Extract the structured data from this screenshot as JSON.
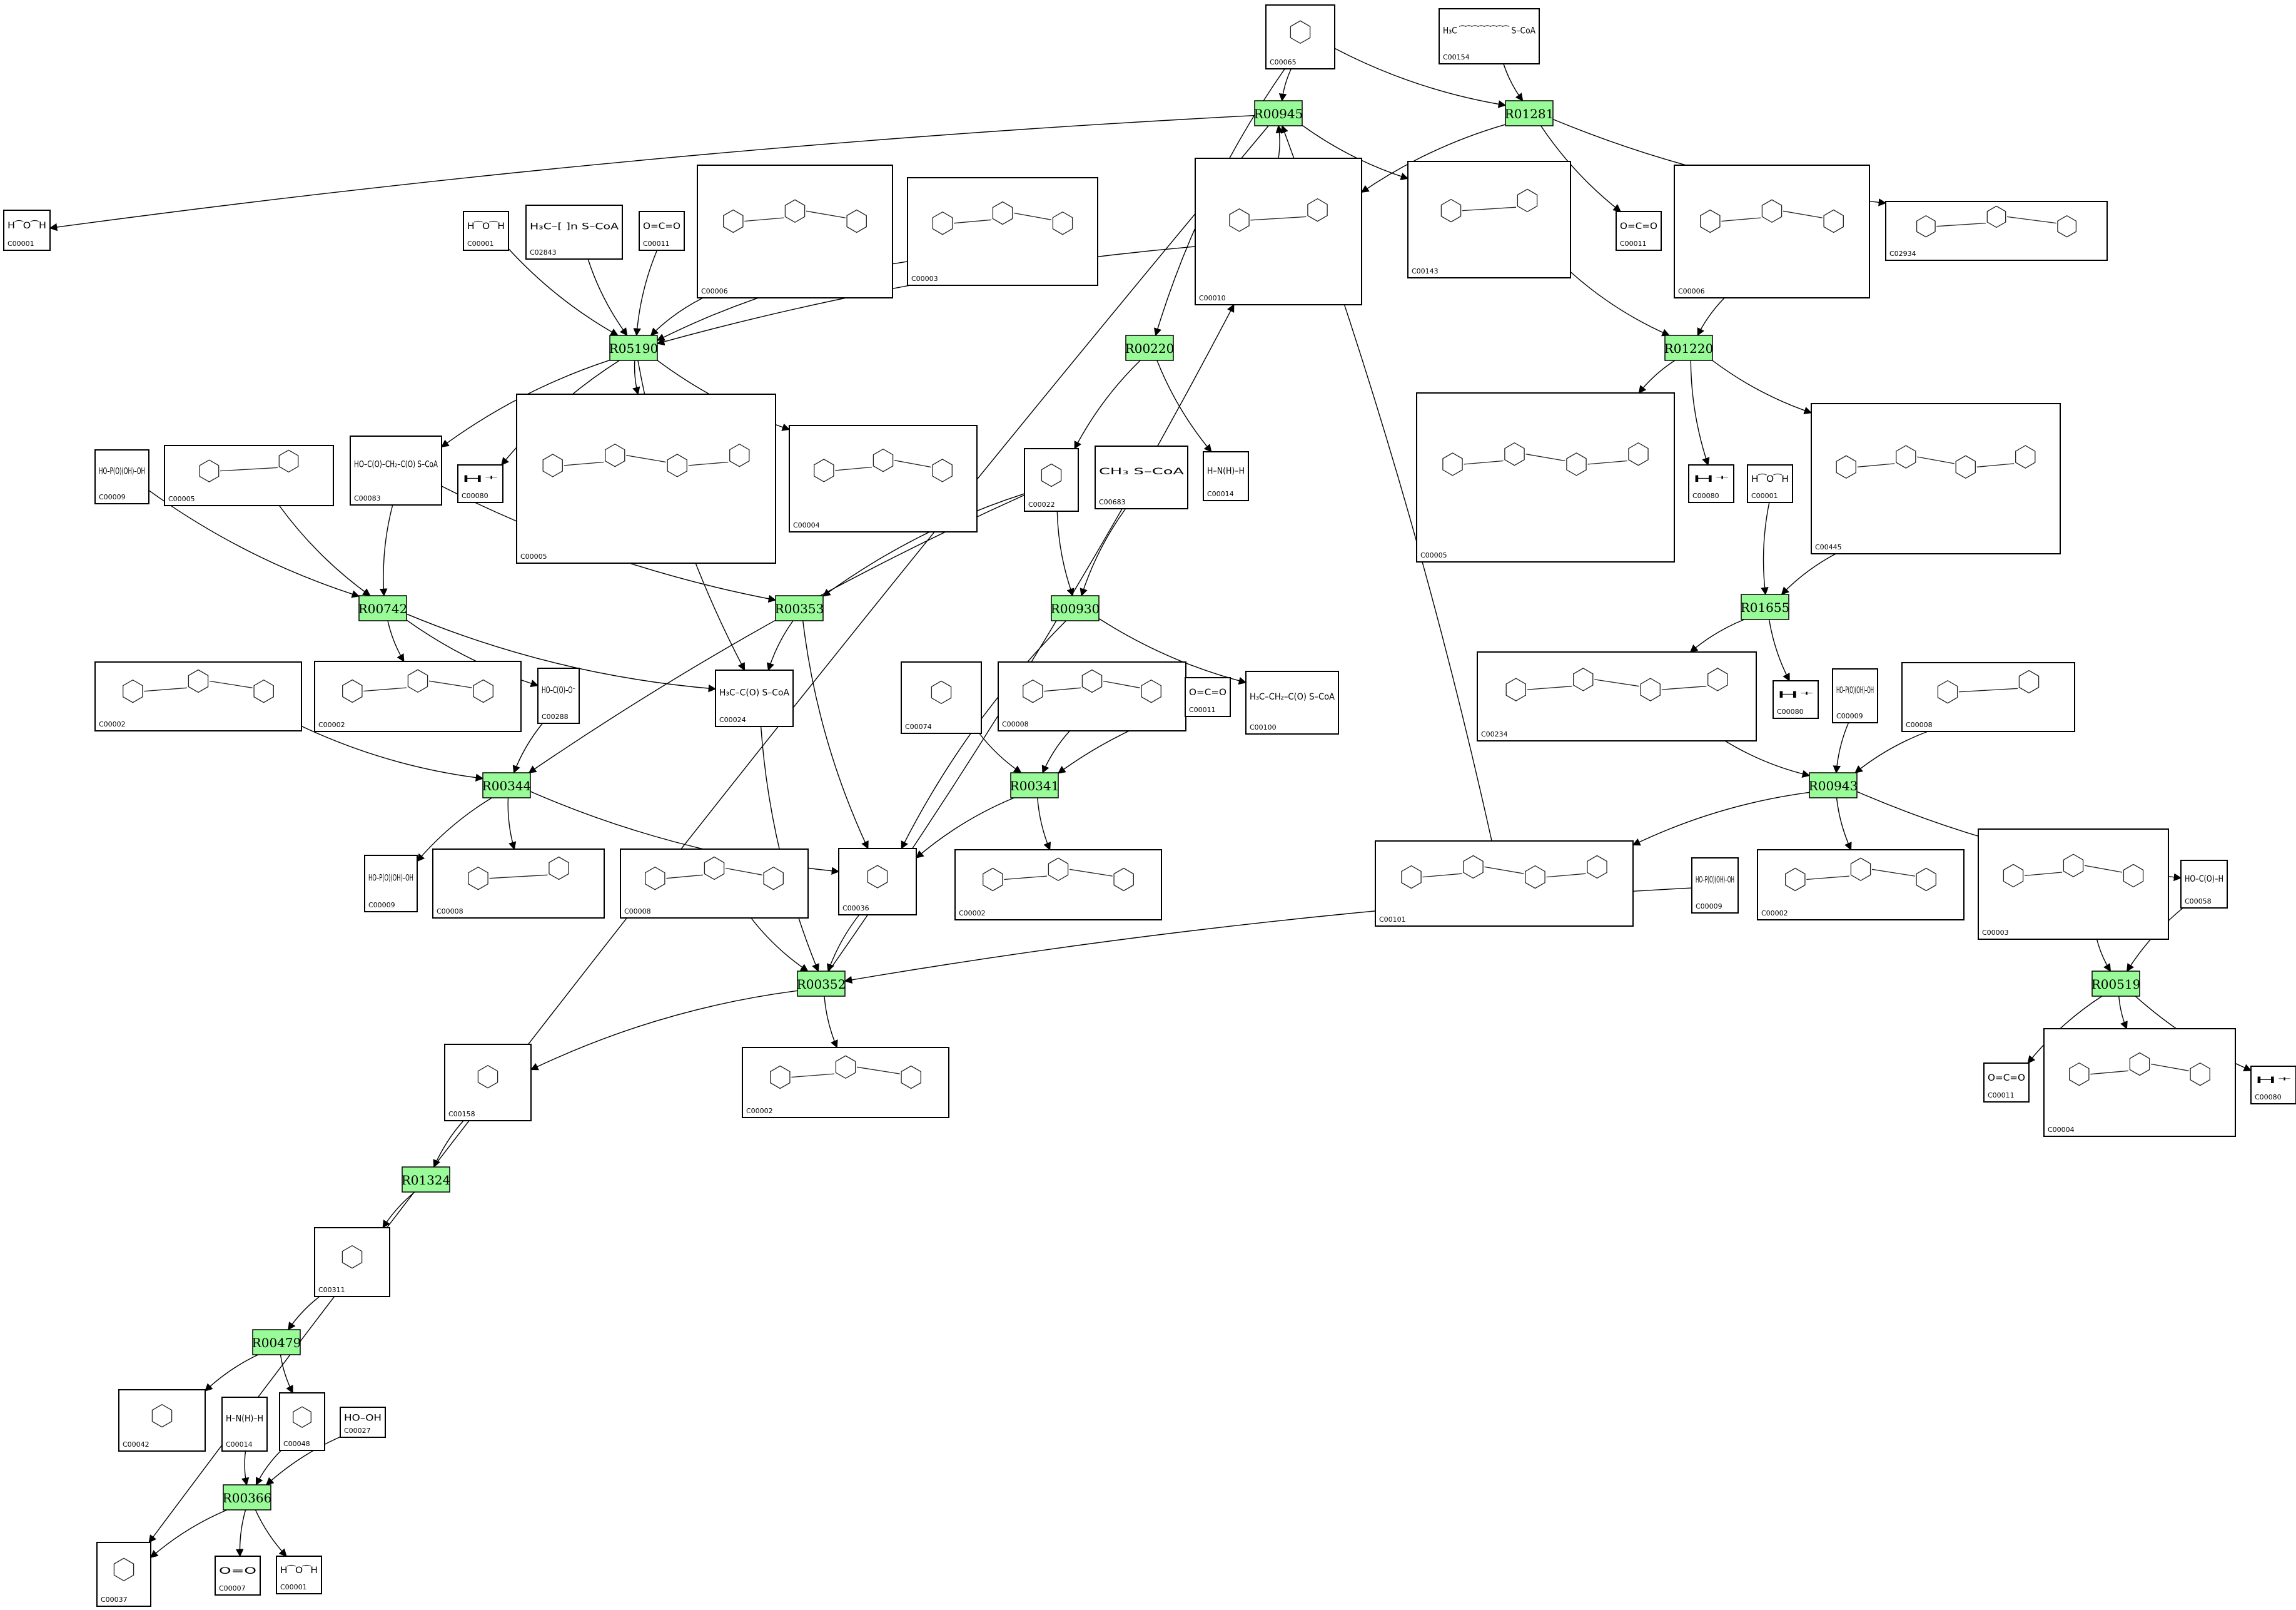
{
  "colors": {
    "reaction_fill": "#98fb98",
    "reaction_stroke": "#000000",
    "edge": "#000000"
  },
  "reactions": [
    {
      "key": "r00945",
      "label": "R00945"
    },
    {
      "key": "r01281",
      "label": "R01281"
    },
    {
      "key": "r05190",
      "label": "R05190"
    },
    {
      "key": "r00220",
      "label": "R00220"
    },
    {
      "key": "r01220",
      "label": "R01220"
    },
    {
      "key": "r00742",
      "label": "R00742"
    },
    {
      "key": "r00353",
      "label": "R00353"
    },
    {
      "key": "r00930",
      "label": "R00930"
    },
    {
      "key": "r01655",
      "label": "R01655"
    },
    {
      "key": "r00344",
      "label": "R00344"
    },
    {
      "key": "r00341",
      "label": "R00341"
    },
    {
      "key": "r00943",
      "label": "R00943"
    },
    {
      "key": "r00352",
      "label": "R00352"
    },
    {
      "key": "r00519",
      "label": "R00519"
    },
    {
      "key": "r01324",
      "label": "R01324"
    },
    {
      "key": "r00479",
      "label": "R00479"
    },
    {
      "key": "r00366",
      "label": "R00366"
    }
  ],
  "compounds": [
    {
      "key": "c00065",
      "id": "C00065"
    },
    {
      "key": "c00154",
      "id": "C00154",
      "formula": "H₃C ⁀⁀⁀⁀⁀⁀⁀⁀ S–CoA"
    },
    {
      "key": "c00001a",
      "id": "C00001",
      "formula": "H⁀O⁀H"
    },
    {
      "key": "c00001b",
      "id": "C00001",
      "formula": "H⁀O⁀H"
    },
    {
      "key": "c02843",
      "id": "C02843",
      "formula": "H₃C–[ ]n S–CoA"
    },
    {
      "key": "c00011a",
      "id": "C00011",
      "formula": "O=C=O"
    },
    {
      "key": "c00006a",
      "id": "C00006"
    },
    {
      "key": "c00003a",
      "id": "C00003"
    },
    {
      "key": "c00010",
      "id": "C00010"
    },
    {
      "key": "c00143",
      "id": "C00143"
    },
    {
      "key": "c00011b",
      "id": "C00011",
      "formula": "O=C=O"
    },
    {
      "key": "c00006b",
      "id": "C00006"
    },
    {
      "key": "c02934",
      "id": "C02934"
    },
    {
      "key": "c00009a",
      "id": "C00009",
      "formula": "HO–P(O)(OH)–OH"
    },
    {
      "key": "c00005a",
      "id": "C00005"
    },
    {
      "key": "c00083",
      "id": "C00083",
      "formula": "HO–C(O)–CH₂–C(O) S–CoA"
    },
    {
      "key": "c00080a",
      "id": "C00080",
      "formula": "H⁺"
    },
    {
      "key": "c00005b",
      "id": "C00005"
    },
    {
      "key": "c00004a",
      "id": "C00004"
    },
    {
      "key": "c00022",
      "id": "C00022"
    },
    {
      "key": "c00683",
      "id": "C00683",
      "formula": "CH₃ S–CoA"
    },
    {
      "key": "c00014a",
      "id": "C00014",
      "formula": "H–N(H)–H"
    },
    {
      "key": "c00005c",
      "id": "C00005"
    },
    {
      "key": "c00080b",
      "id": "C00080",
      "formula": "H⁺"
    },
    {
      "key": "c00001c",
      "id": "C00001",
      "formula": "H⁀O⁀H"
    },
    {
      "key": "c00445",
      "id": "C00445"
    },
    {
      "key": "c00002a",
      "id": "C00002"
    },
    {
      "key": "c00002b",
      "id": "C00002"
    },
    {
      "key": "c00288",
      "id": "C00288",
      "formula": "HO–C(O)–O⁻"
    },
    {
      "key": "c00024",
      "id": "C00024",
      "formula": "H₃C–C(O) S–CoA"
    },
    {
      "key": "c00074",
      "id": "C00074"
    },
    {
      "key": "c00008a",
      "id": "C00008"
    },
    {
      "key": "c00011c",
      "id": "C00011",
      "formula": "O=C=O"
    },
    {
      "key": "c00100",
      "id": "C00100",
      "formula": "H₃C–CH₂–C(O) S–CoA"
    },
    {
      "key": "c00234",
      "id": "C00234"
    },
    {
      "key": "c00080c",
      "id": "C00080",
      "formula": "H⁺"
    },
    {
      "key": "c00009b",
      "id": "C00009",
      "formula": "HO–P(O)(OH)–OH"
    },
    {
      "key": "c00008b",
      "id": "C00008"
    },
    {
      "key": "c00009c",
      "id": "C00009",
      "formula": "HO–P(O)(OH)–OH"
    },
    {
      "key": "c00008c",
      "id": "C00008"
    },
    {
      "key": "c00008d",
      "id": "C00008"
    },
    {
      "key": "c00036",
      "id": "C00036"
    },
    {
      "key": "c00002c",
      "id": "C00002"
    },
    {
      "key": "c00101",
      "id": "C00101"
    },
    {
      "key": "c00009d",
      "id": "C00009",
      "formula": "HO–P(O)(OH)–OH"
    },
    {
      "key": "c00002d",
      "id": "C00002"
    },
    {
      "key": "c00003b",
      "id": "C00003"
    },
    {
      "key": "c00058",
      "id": "C00058",
      "formula": "HO–C(O)–H"
    },
    {
      "key": "c00158",
      "id": "C00158"
    },
    {
      "key": "c00002e",
      "id": "C00002"
    },
    {
      "key": "c00011d",
      "id": "C00011",
      "formula": "O=C=O"
    },
    {
      "key": "c00004b",
      "id": "C00004"
    },
    {
      "key": "c00080d",
      "id": "C00080",
      "formula": "H⁺"
    },
    {
      "key": "c00311",
      "id": "C00311"
    },
    {
      "key": "c00042",
      "id": "C00042"
    },
    {
      "key": "c00014b",
      "id": "C00014",
      "formula": "H–N(H)–H"
    },
    {
      "key": "c00048",
      "id": "C00048"
    },
    {
      "key": "c00027",
      "id": "C00027",
      "formula": "HO–OH"
    },
    {
      "key": "c00037",
      "id": "C00037"
    },
    {
      "key": "c00007",
      "id": "C00007",
      "formula": "O=O"
    },
    {
      "key": "c00001d",
      "id": "C00001",
      "formula": "H⁀O⁀H"
    }
  ]
}
